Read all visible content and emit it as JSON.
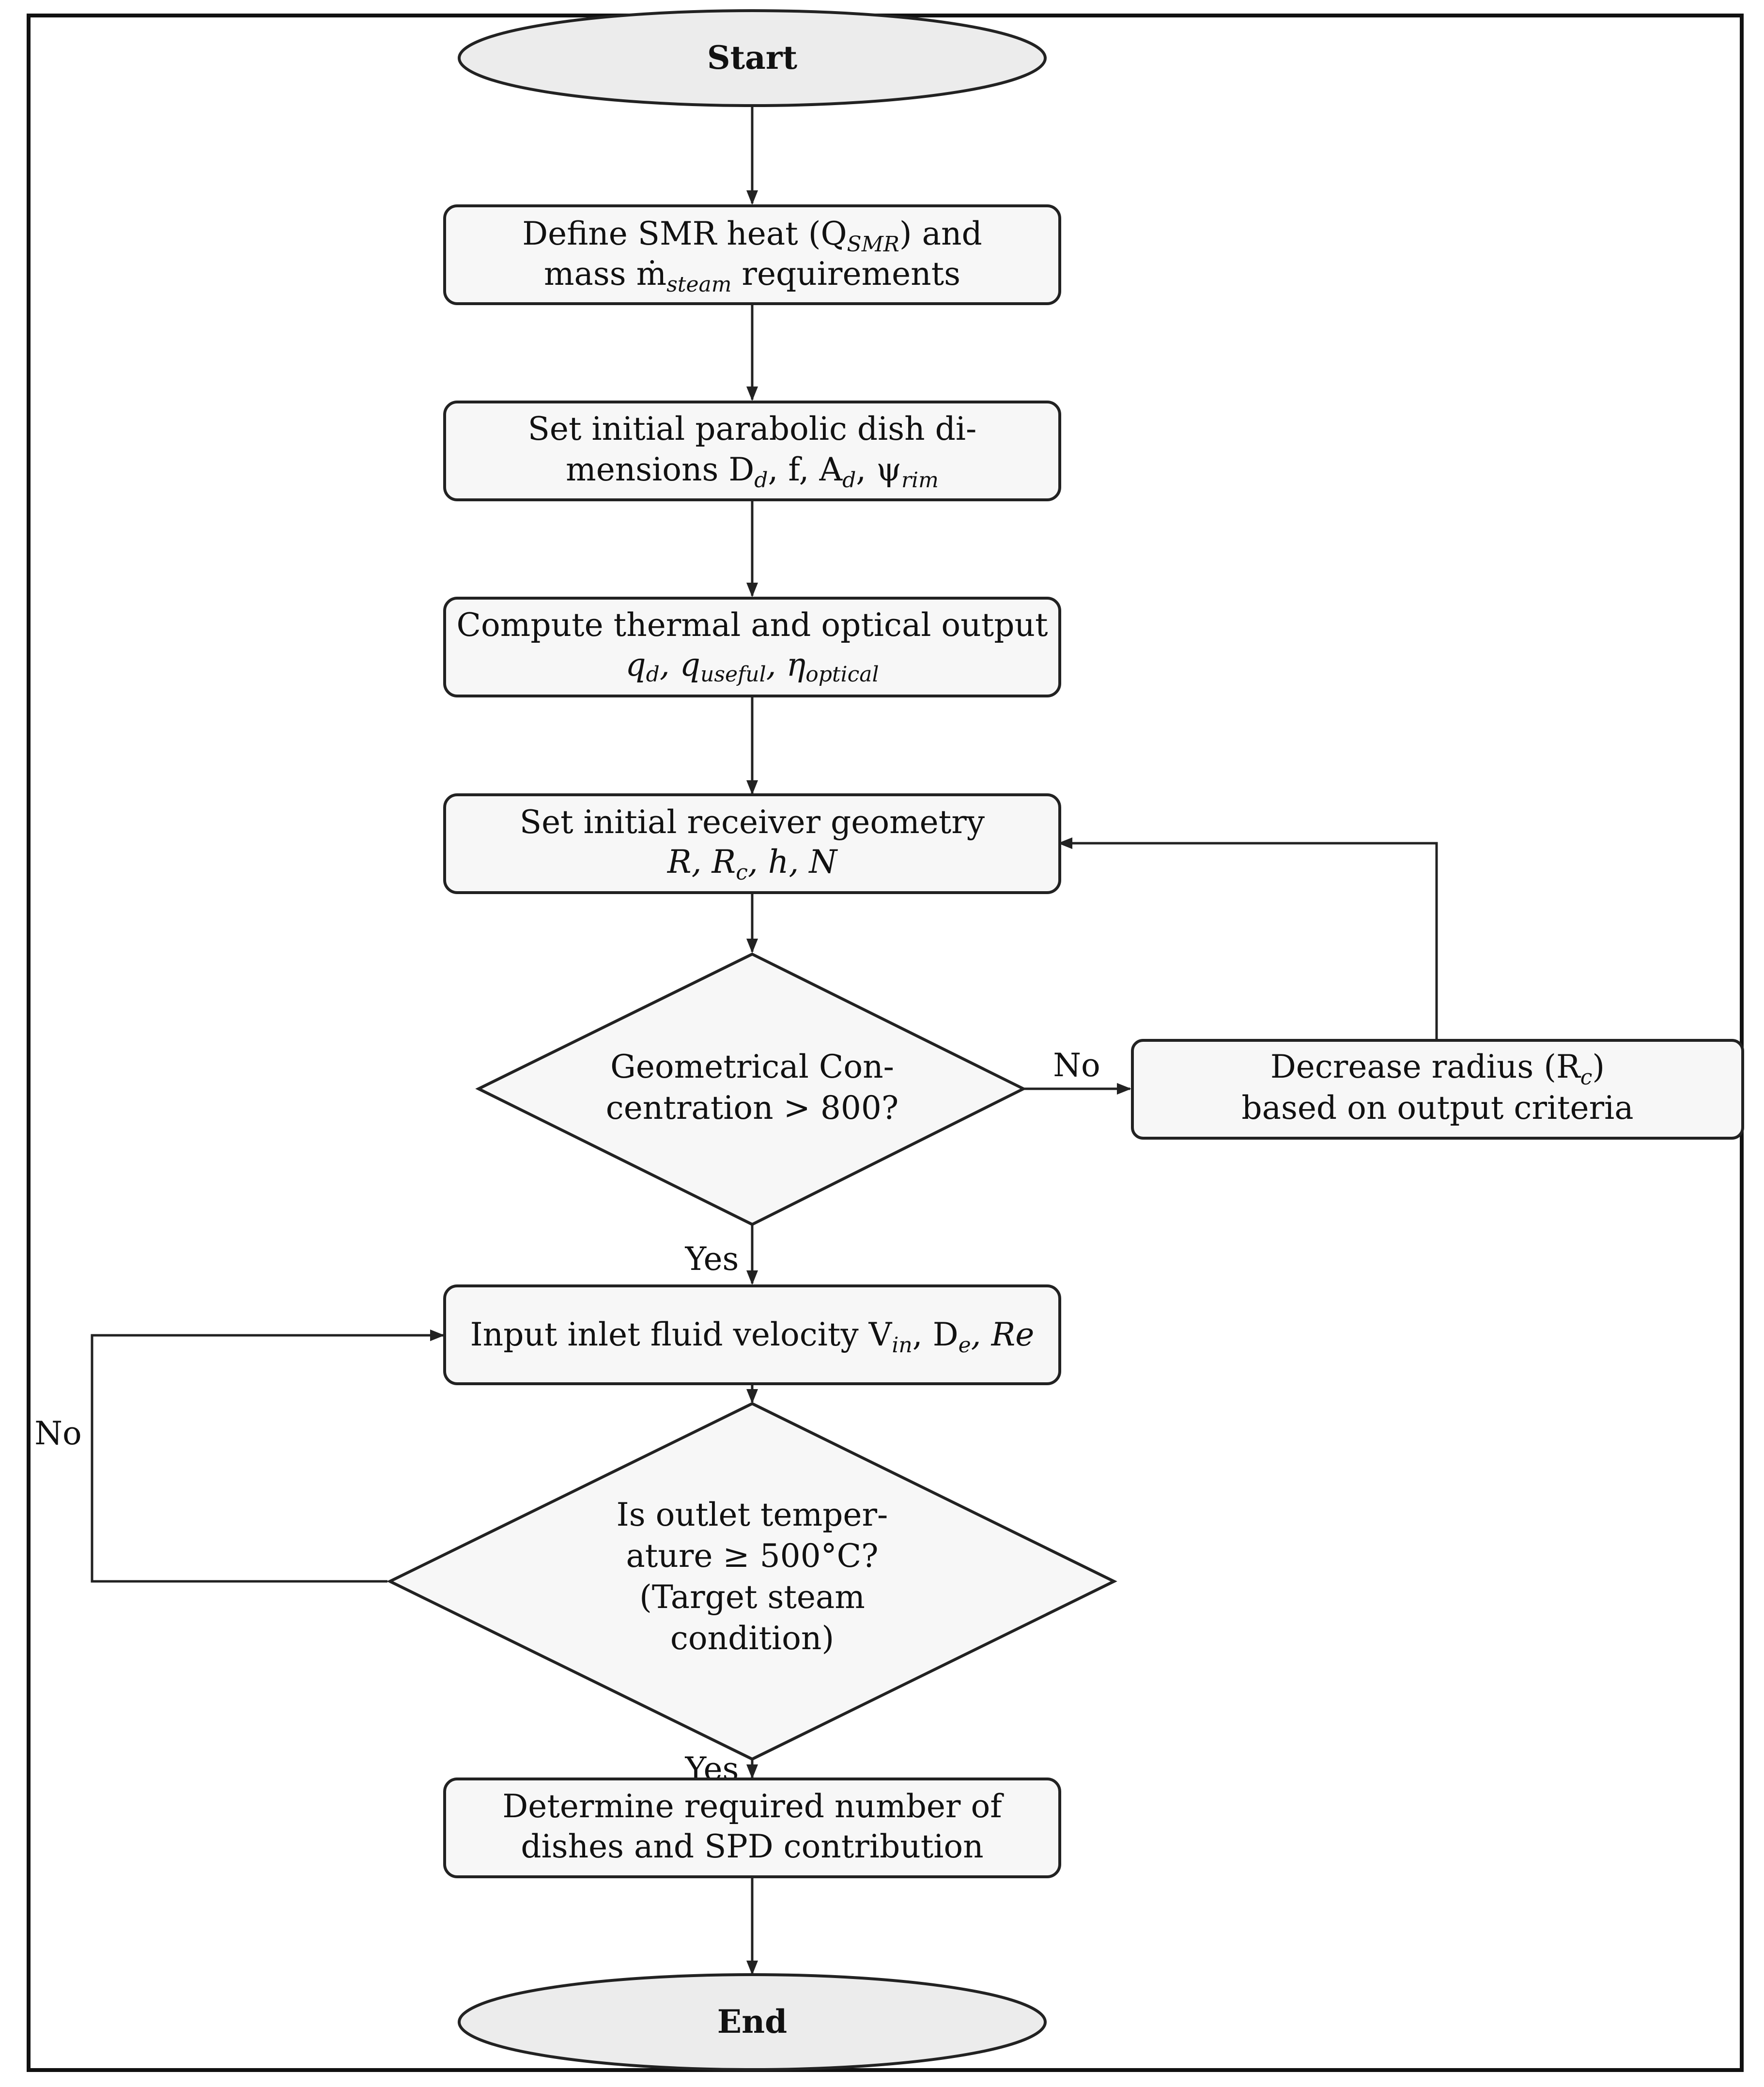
{
  "nodes": {
    "start": "Start",
    "define": [
      "Define SMR heat (Q",
      "SMR",
      ") and",
      "mass ṁ",
      "steam",
      " requirements"
    ],
    "dish": [
      "Set initial parabolic dish di-",
      "mensions D",
      "d",
      ", f, A",
      "d",
      ", ψ",
      "rim"
    ],
    "compute": [
      "Compute thermal and optical output",
      "q",
      "d",
      ", q",
      "useful",
      ", η",
      "optical"
    ],
    "receiver": [
      "Set initial receiver geometry",
      "R, R",
      "c",
      ", h, N"
    ],
    "concentration": [
      "Geometrical Con-",
      "centration > 800?"
    ],
    "decrease": [
      "Decrease radius (R",
      "c",
      ")",
      "based on output criteria"
    ],
    "inlet": [
      "Input inlet fluid velocity V",
      "in",
      ", D",
      "e",
      ", Re"
    ],
    "outlet": [
      "Is outlet temper-",
      "ature ≥  500°C?",
      "(Target steam",
      "condition)"
    ],
    "determine": [
      "Determine required number of",
      "dishes and SPD contribution"
    ],
    "end": "End"
  },
  "edge_labels": {
    "concentration_no": "No",
    "concentration_yes": "Yes",
    "outlet_no": "No",
    "outlet_yes": "Yes"
  }
}
